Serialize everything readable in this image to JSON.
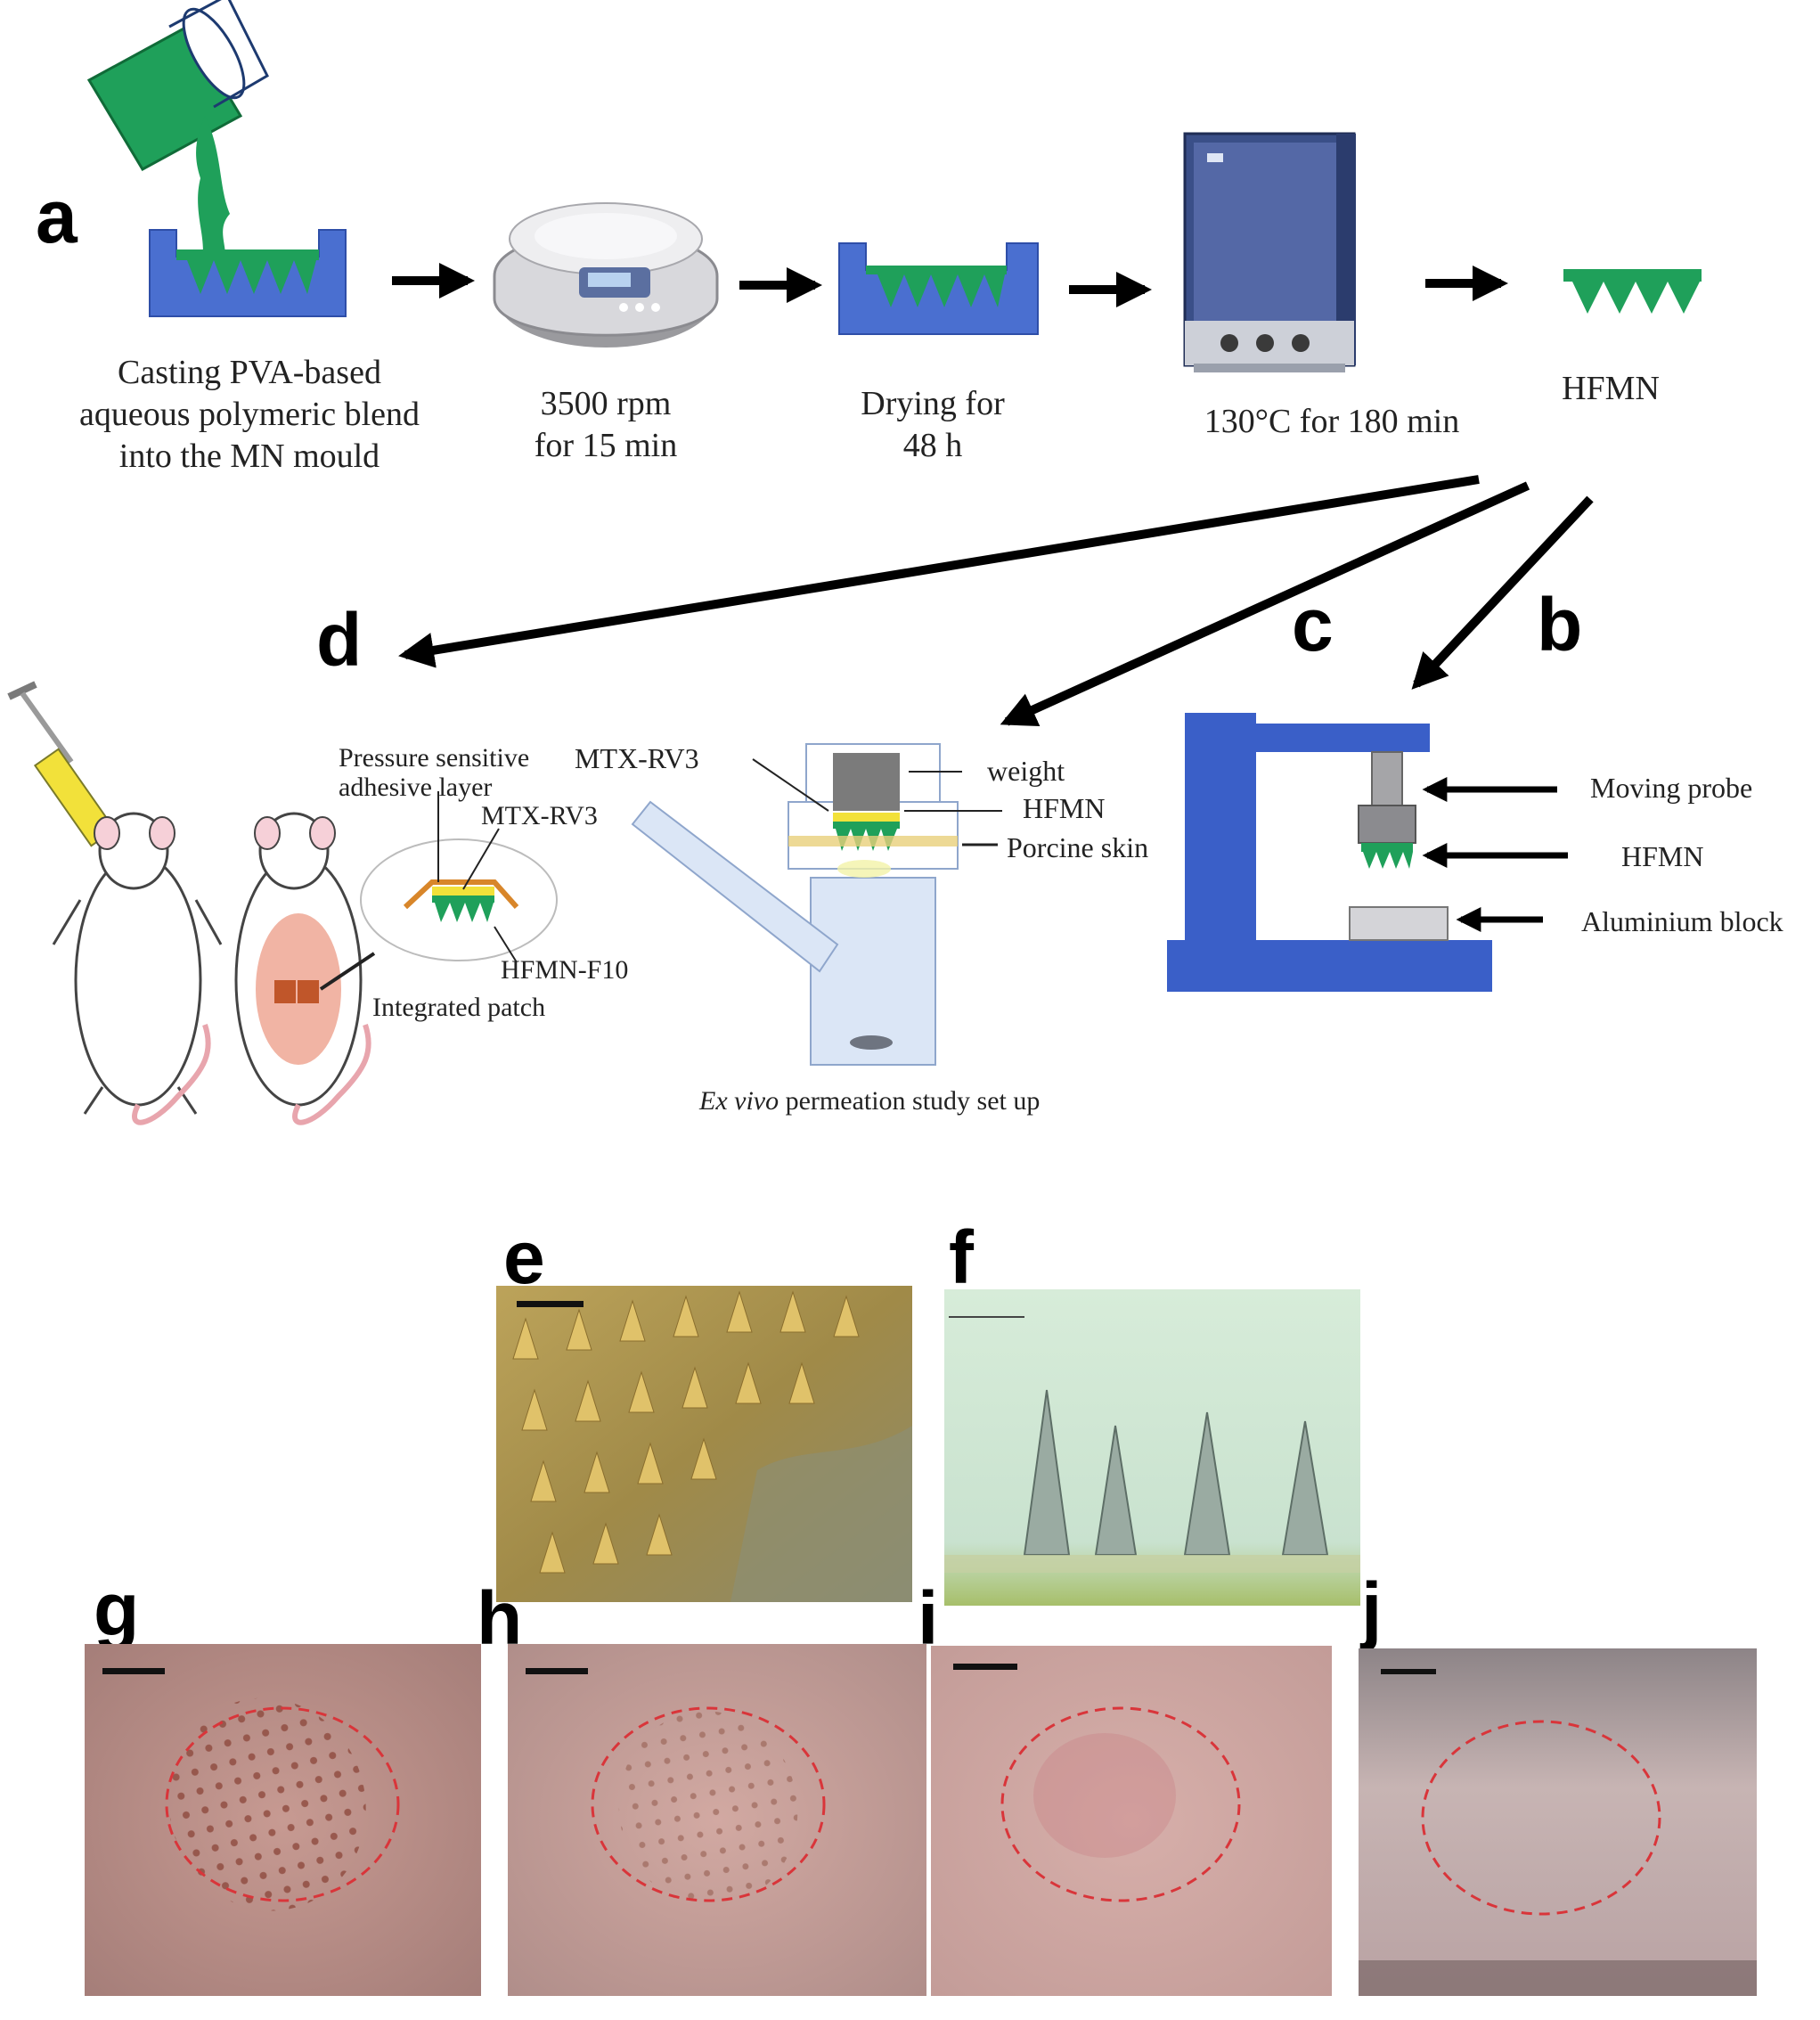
{
  "panels": {
    "a": "a",
    "b": "b",
    "c": "c",
    "d": "d",
    "e": "e",
    "f": "f",
    "g": "g",
    "h": "h",
    "i": "i",
    "j": "j"
  },
  "step_a": {
    "casting_1": "Casting PVA-based",
    "casting_2": "aqueous polymeric blend",
    "casting_3": "into the MN mould",
    "centrifuge_1": "3500 rpm",
    "centrifuge_2": "for 15 min",
    "drying_1": "Drying for",
    "drying_2": "48 h",
    "oven": "130°C for 180 min",
    "product": "HFMN"
  },
  "panel_b": {
    "moving_probe": "Moving probe",
    "hfmn": "HFMN",
    "aluminium_block": "Aluminium block"
  },
  "panel_c": {
    "mtx": "MTX-RV3",
    "weight": "weight",
    "hfmn": "HFMN",
    "porcine_skin": "Porcine skin",
    "caption_italic": "Ex vivo",
    "caption_rest": " permeation study set up"
  },
  "panel_d": {
    "psa_1": "Pressure sensitive",
    "psa_2": "adhesive layer",
    "mtx": "MTX-RV3",
    "hfmn_f10": "HFMN-F10",
    "patch": "Integrated  patch"
  },
  "colors": {
    "polymer_green": "#1fa05a",
    "mould_blue": "#4a6fd0",
    "frame_blue": "#3a5fc8",
    "adhesive_yellow": "#f2e13a",
    "circle_red": "#d9353a"
  }
}
